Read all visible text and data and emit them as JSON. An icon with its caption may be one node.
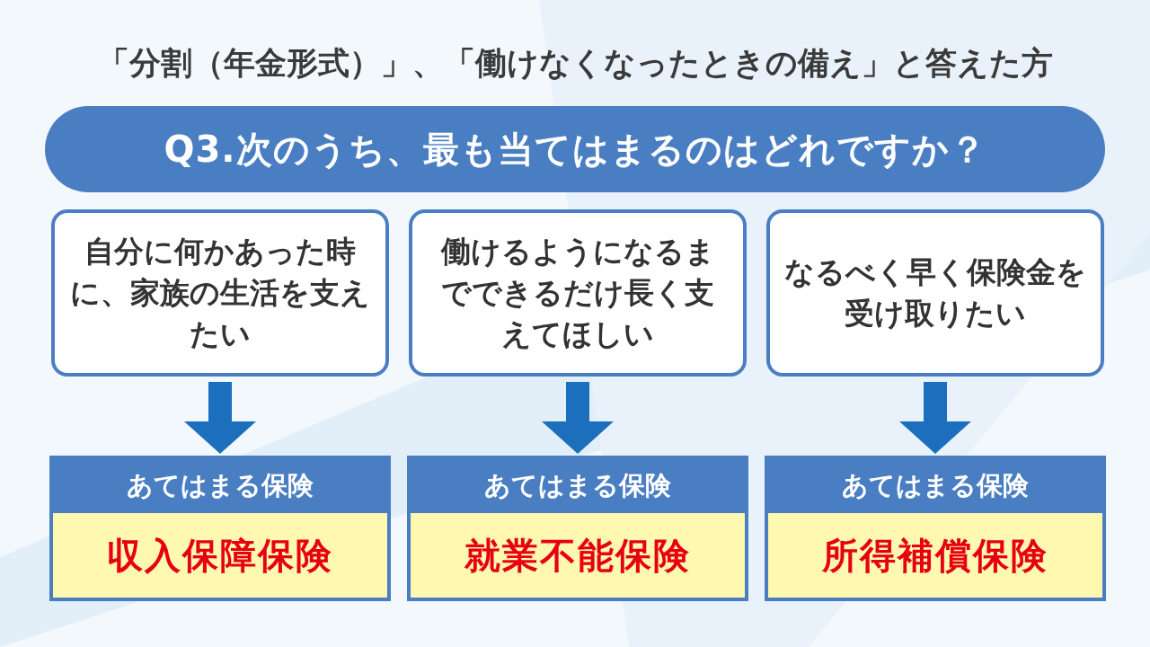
{
  "diagram": {
    "title": "「分割（年金形式）」、「働けなくなったときの備え」と答えた方",
    "nodes": [
      {
        "text": [
          "Q3.次のうち、最も当てはまるのはどれですか？"
        ]
      },
      {
        "text": [
          "自分に何かあった時に、家族の生活を支えたい"
        ]
      },
      {
        "text": [
          "働けるようになるまでできるだけ長く支えてほしい"
        ]
      },
      {
        "text": [
          "なるべく早く保険金を受け取りたい"
        ]
      },
      {
        "text": [
          "あてはまる保険",
          "収入保障保険"
        ]
      },
      {
        "text": [
          "あてはまる保険",
          "就業不能保険"
        ]
      },
      {
        "text": [
          "あてはまる保険",
          "所得補償保険"
        ]
      }
    ],
    "edges": [
      {
        "from": 1,
        "to": 4,
        "arrow": "to"
      },
      {
        "from": 2,
        "to": 5,
        "arrow": "to"
      },
      {
        "from": 3,
        "to": 6,
        "arrow": "to"
      }
    ]
  }
}
